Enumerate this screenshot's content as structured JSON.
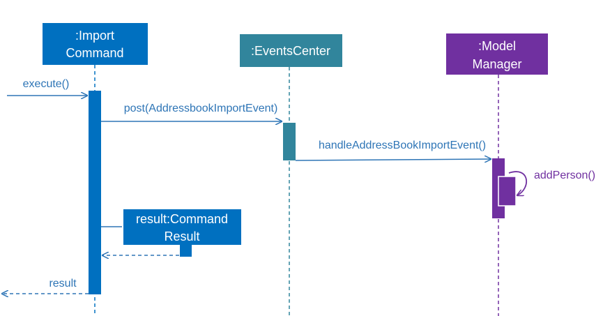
{
  "colors": {
    "import": "#0070c0",
    "events": "#31859c",
    "model": "#7030a0",
    "message": "#2e75b6"
  },
  "participants": {
    "import": {
      "line1": ":Import",
      "line2": "Command"
    },
    "events": {
      "line1": ":EventsCenter"
    },
    "model": {
      "line1": ":Model",
      "line2": "Manager"
    },
    "result": {
      "line1": "result:Command",
      "line2": "Result"
    }
  },
  "messages": {
    "execute": "execute()",
    "post": "post(AddressbookImportEvent)",
    "handle": "handleAddressBookImportEvent()",
    "add_person": "addPerson()",
    "result": "result"
  }
}
